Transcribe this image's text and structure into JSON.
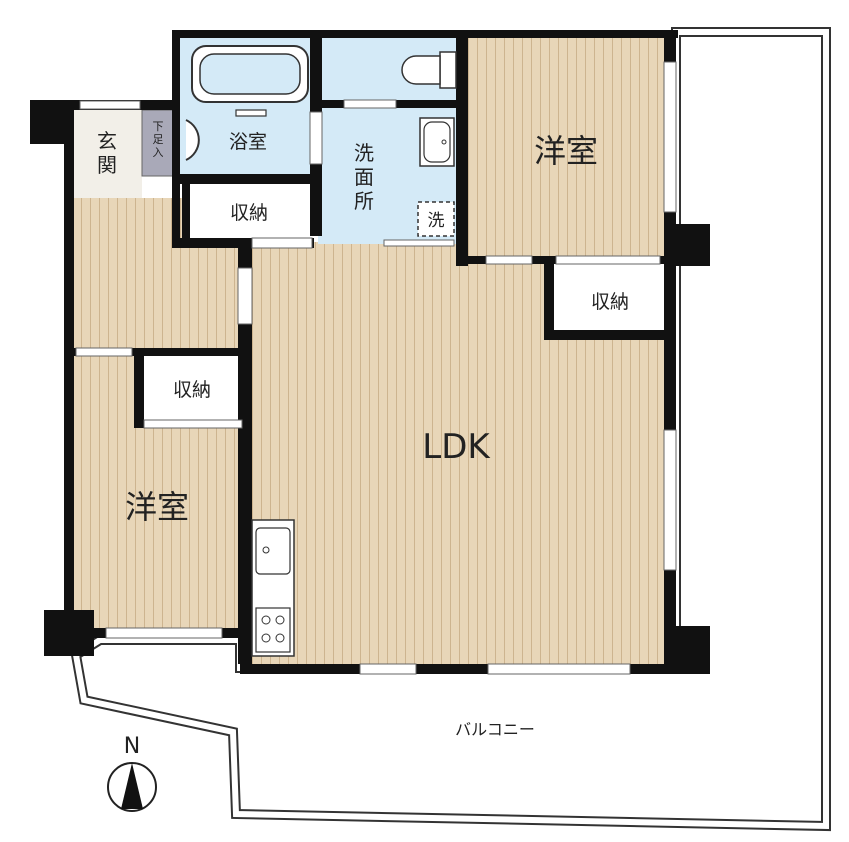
{
  "rooms": {
    "ldk": "LDK",
    "western_room_ne": "洋室",
    "western_room_sw": "洋室",
    "bathroom": "浴室",
    "washroom": [
      "洗",
      "面",
      "所"
    ],
    "entrance": [
      "玄",
      "関"
    ],
    "shoe_box": [
      "下",
      "足",
      "入"
    ],
    "storage_top": "収納",
    "storage_right": "収納",
    "storage_left": "収納",
    "washer": "洗",
    "balcony": "バルコニー"
  },
  "compass": {
    "north_label": "N"
  },
  "colors": {
    "wood_floor": "#e8d6b8",
    "wood_stripe": "#cdb48f",
    "wet_area": "#d4eaf7",
    "entrance": "#f2efe8",
    "shoe_box": "#a9a9b8",
    "wall": "#111111"
  }
}
